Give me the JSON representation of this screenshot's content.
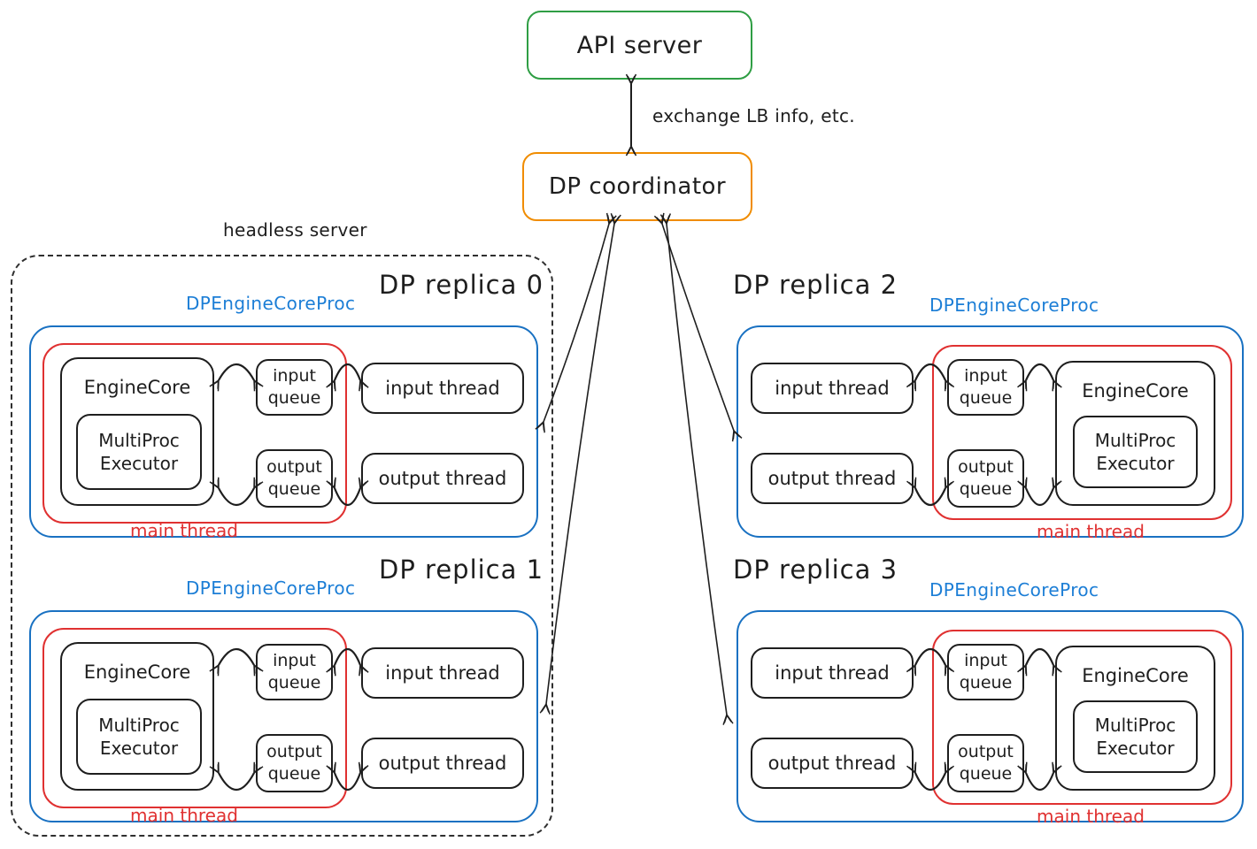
{
  "top": {
    "api_server": "API server",
    "coordinator": "DP coordinator",
    "link_label": "exchange LB info, etc."
  },
  "headless": {
    "label": "headless server"
  },
  "replicas": [
    {
      "title": "DP replica 0",
      "proc_label": "DPEngineCoreProc",
      "engine_core": "EngineCore",
      "executor": "MultiProc\nExecutor",
      "input_queue": "input\nqueue",
      "output_queue": "output\nqueue",
      "input_thread": "input thread",
      "output_thread": "output thread",
      "main_thread": "main thread"
    },
    {
      "title": "DP replica 1",
      "proc_label": "DPEngineCoreProc",
      "engine_core": "EngineCore",
      "executor": "MultiProc\nExecutor",
      "input_queue": "input\nqueue",
      "output_queue": "output\nqueue",
      "input_thread": "input thread",
      "output_thread": "output thread",
      "main_thread": "main thread"
    },
    {
      "title": "DP replica 2",
      "proc_label": "DPEngineCoreProc",
      "engine_core": "EngineCore",
      "executor": "MultiProc\nExecutor",
      "input_queue": "input\nqueue",
      "output_queue": "output\nqueue",
      "input_thread": "input thread",
      "output_thread": "output thread",
      "main_thread": "main thread"
    },
    {
      "title": "DP replica 3",
      "proc_label": "DPEngineCoreProc",
      "engine_core": "EngineCore",
      "executor": "MultiProc\nExecutor",
      "input_queue": "input\nqueue",
      "output_queue": "output\nqueue",
      "input_thread": "input thread",
      "output_thread": "output thread",
      "main_thread": "main thread"
    }
  ],
  "colors": {
    "api_server_border": "#2f9e44",
    "coordinator_border": "#f08c00",
    "proc_box_border": "#1971c2",
    "proc_label_text": "#1c7ed6",
    "main_thread": "#e03131",
    "stroke": "#1e1e1e"
  }
}
